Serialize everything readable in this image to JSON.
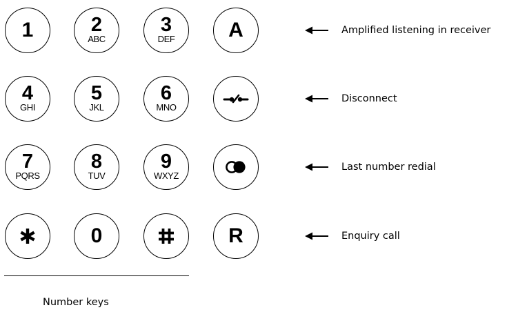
{
  "keypad": {
    "keys": [
      {
        "digit": "1",
        "letters": ""
      },
      {
        "digit": "2",
        "letters": "ABC"
      },
      {
        "digit": "3",
        "letters": "DEF"
      },
      {
        "digit": "A",
        "letters": ""
      },
      {
        "digit": "4",
        "letters": "GHI"
      },
      {
        "digit": "5",
        "letters": "JKL"
      },
      {
        "digit": "6",
        "letters": "MNO"
      },
      {
        "icon": "disconnect-icon"
      },
      {
        "digit": "7",
        "letters": "PQRS"
      },
      {
        "digit": "8",
        "letters": "TUV"
      },
      {
        "digit": "9",
        "letters": "WXYZ"
      },
      {
        "icon": "redial-icon"
      },
      {
        "icon": "asterisk-icon"
      },
      {
        "digit": "0",
        "letters": ""
      },
      {
        "icon": "hash-icon"
      },
      {
        "digit": "R",
        "letters": ""
      }
    ],
    "caption": "Number keys"
  },
  "annotations": [
    {
      "label": "Amplified listening in receiver",
      "icon": "left-arrow-icon"
    },
    {
      "label": "Disconnect",
      "icon": "left-arrow-icon"
    },
    {
      "label": "Last number redial",
      "icon": "left-arrow-icon"
    },
    {
      "label": "Enquiry call",
      "icon": "left-arrow-icon"
    }
  ],
  "colors": {
    "stroke": "#000000",
    "background": "#ffffff"
  }
}
